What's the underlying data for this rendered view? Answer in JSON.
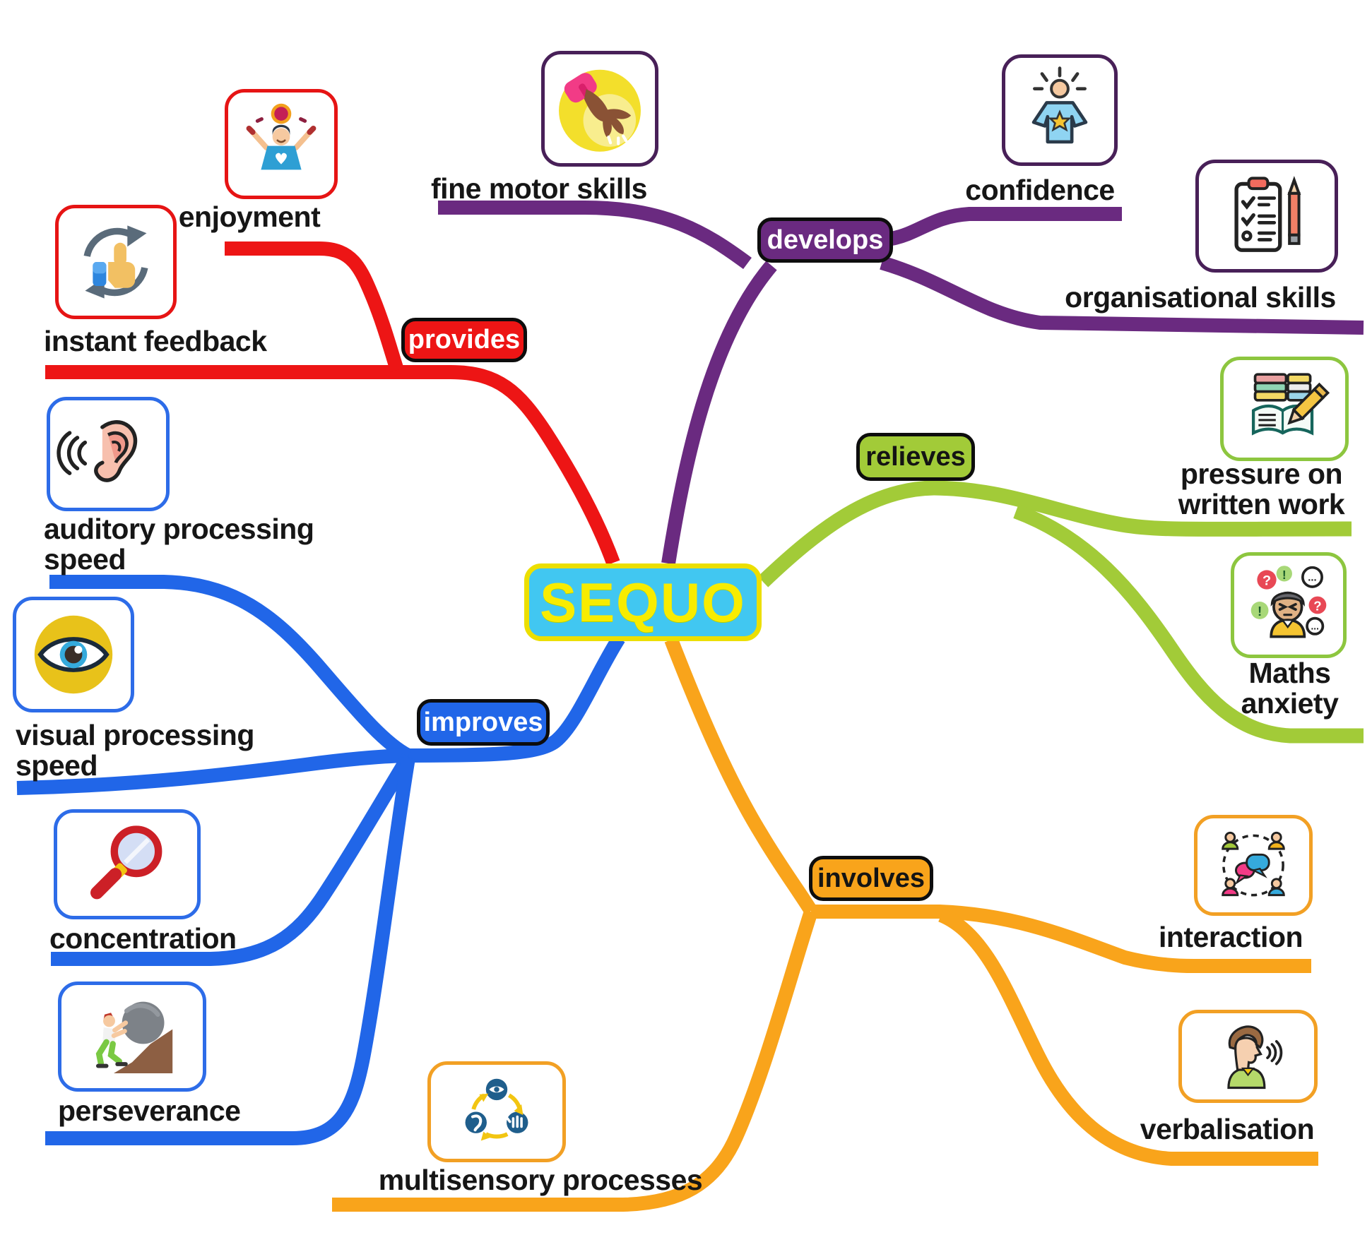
{
  "center": {
    "label": "SEQUO",
    "bg_color": "#41c7f1",
    "border_color": "#ecdf00",
    "text_color": "#f8ec00"
  },
  "branches": {
    "provides": {
      "label": "provides",
      "color": "#ed1515",
      "text_color": "#ffffff",
      "children": [
        "enjoyment",
        "instant_feedback"
      ]
    },
    "develops": {
      "label": "develops",
      "color": "#6a2a80",
      "text_color": "#ffffff",
      "children": [
        "fine_motor_skills",
        "confidence",
        "organisational_skills"
      ]
    },
    "relieves": {
      "label": "relieves",
      "color": "#a2cb38",
      "text_color": "#141414",
      "children": [
        "pressure_on_written_work",
        "maths_anxiety"
      ]
    },
    "improves": {
      "label": "improves",
      "color": "#2166e8",
      "text_color": "#ffffff",
      "children": [
        "auditory_processing_speed",
        "visual_processing_speed",
        "concentration",
        "perseverance"
      ]
    },
    "involves": {
      "label": "involves",
      "color": "#f9a41b",
      "text_color": "#141414",
      "children": [
        "multisensory_processes",
        "interaction",
        "verbalisation"
      ]
    }
  },
  "nodes": {
    "enjoyment": {
      "label": "enjoyment",
      "icon": "celebrating-child-icon"
    },
    "instant_feedback": {
      "label": "instant feedback",
      "icon": "thumbs-up-refresh-icon"
    },
    "fine_motor_skills": {
      "label": "fine motor skills",
      "icon": "picking-hand-icon"
    },
    "confidence": {
      "label": "confidence",
      "icon": "person-with-star-icon"
    },
    "organisational_skills": {
      "label": "organisational skills",
      "icon": "clipboard-checklist-pencil-icon"
    },
    "pressure_on_written_work": {
      "label": "pressure on\nwritten work",
      "icon": "books-and-writing-icon"
    },
    "maths_anxiety": {
      "label": "Maths\nanxiety",
      "icon": "stressed-person-icon"
    },
    "auditory_processing_speed": {
      "label": "auditory processing\nspeed",
      "icon": "ear-sound-waves-icon"
    },
    "visual_processing_speed": {
      "label": "visual processing\nspeed",
      "icon": "eye-icon"
    },
    "concentration": {
      "label": "concentration",
      "icon": "magnifying-glass-icon"
    },
    "perseverance": {
      "label": "perseverance",
      "icon": "pushing-boulder-uphill-icon"
    },
    "multisensory_processes": {
      "label": "multisensory processes",
      "icon": "senses-cycle-icon"
    },
    "interaction": {
      "label": "interaction",
      "icon": "group-speech-bubbles-icon"
    },
    "verbalisation": {
      "label": "verbalisation",
      "icon": "speaking-head-icon"
    }
  },
  "icon_glyphs": {
    "question": "?",
    "exclamation": "!",
    "ellipsis": "..."
  }
}
